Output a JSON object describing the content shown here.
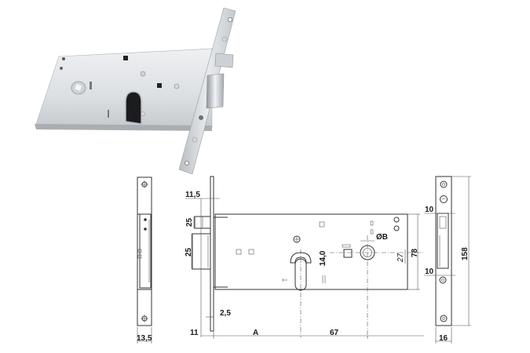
{
  "product": {
    "type": "Mortise lock with cylinder hole, latch and faceplate",
    "photo_alt": "Stainless steel mortise lock body with faceplate"
  },
  "drawing": {
    "front_plate": {
      "width_label": "13,5"
    },
    "side_view": {
      "latch_offset_label": "11,5",
      "upper_latch_height_label": "25",
      "lower_bolt_height_label": "25",
      "plate_thickness_label": "2,5",
      "front_offset_label": "11",
      "backset_label": "A",
      "center_distance_label": "67"
    },
    "body": {
      "cylinder_offset_label": "14,0",
      "diameter_label": "ØB",
      "height_label": "78",
      "inner_label": "27"
    },
    "strike_plate": {
      "top_gap_label": "10",
      "bottom_gap_label": "10",
      "length_label": "158",
      "width_label": "16"
    }
  },
  "colors": {
    "line": "#333333",
    "metal_light": "#e6e8ea",
    "metal_mid": "#c9cdd1",
    "metal_dark": "#8e949a",
    "background": "#ffffff"
  }
}
